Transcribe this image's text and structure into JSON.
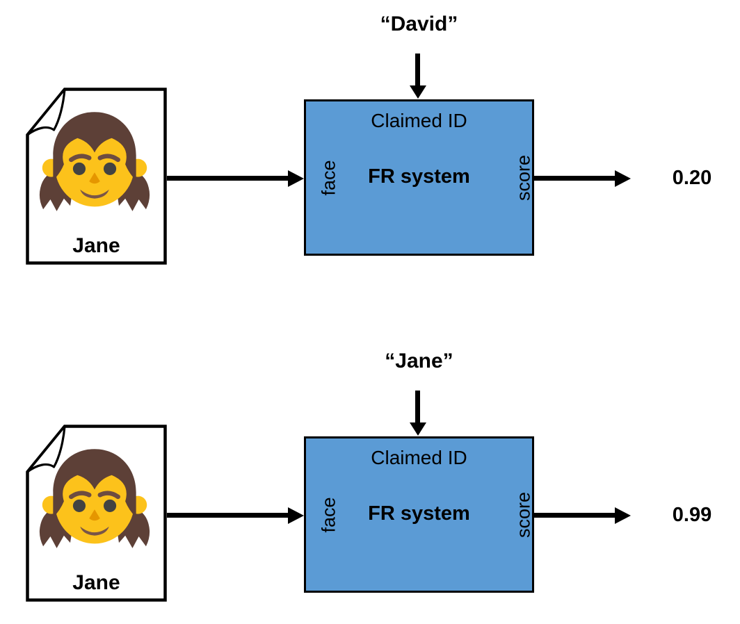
{
  "colors": {
    "page_bg": "#ffffff",
    "box_fill": "#5B9BD5",
    "box_border": "#000000",
    "arrow_color": "#000000",
    "text_color": "#000000",
    "document_fill": "#ffffff",
    "document_border": "#000000"
  },
  "icons": {
    "girl_emoji": "girl-face-emoji",
    "document": "photo-document-with-folded-corner",
    "arrowhead": "solid-triangle-arrowhead"
  },
  "rows": [
    {
      "document_label": "Jane",
      "claimed_id": "“David”",
      "box_title": "Claimed ID",
      "box_name": "FR system",
      "input_port_label": "face",
      "output_port_label": "score",
      "output_score": "0.20"
    },
    {
      "document_label": "Jane",
      "claimed_id": "“Jane”",
      "box_title": "Claimed ID",
      "box_name": "FR system",
      "input_port_label": "face",
      "output_port_label": "score",
      "output_score": "0.99"
    }
  ]
}
